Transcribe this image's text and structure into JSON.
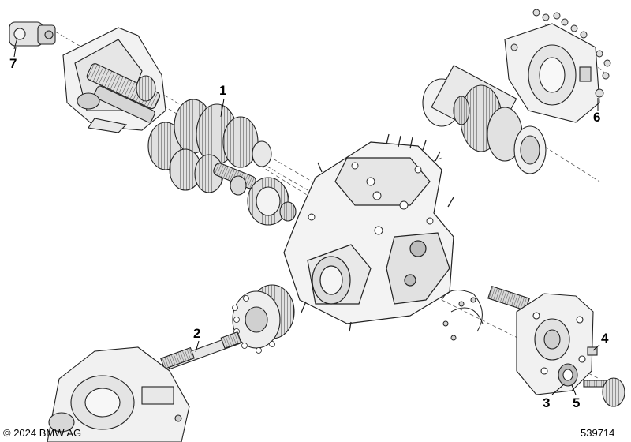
{
  "callouts": [
    "1",
    "2",
    "3",
    "4",
    "5",
    "6",
    "7"
  ],
  "footer": {
    "copyright": "© 2024 BMW AG",
    "diagram_number": "539714"
  }
}
